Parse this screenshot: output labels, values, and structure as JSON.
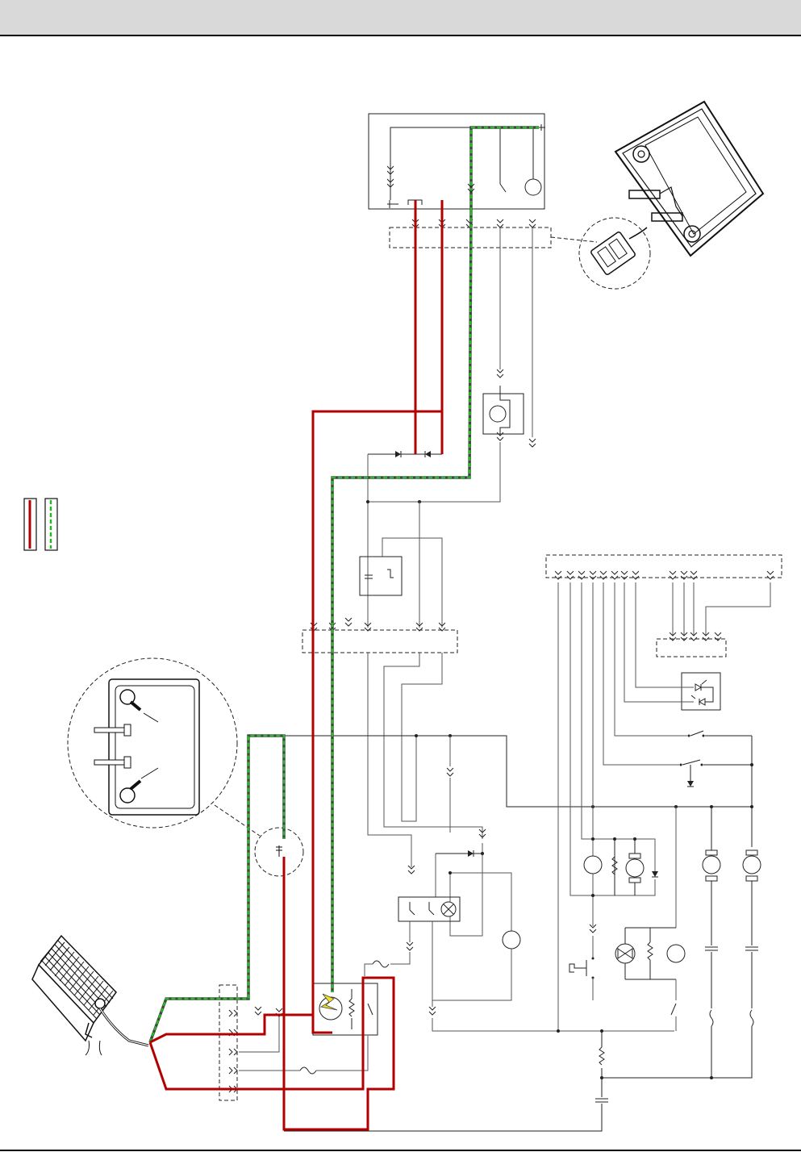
{
  "page": {
    "background": "#ffffff",
    "header_band_color": "#d9d9d9"
  },
  "wire_colors": {
    "main_power": "#b00000",
    "ground": "#22bb22",
    "signal": "#555555"
  },
  "components": [
    "control-panel-box",
    "control-module-illustration",
    "battery-detail-illustration",
    "battery-charger-illustration",
    "legend-swatches",
    "motor-1",
    "motor-2",
    "solenoid",
    "relay-lamp"
  ],
  "icons": {
    "ground": "ground-icon",
    "motor": "motor-icon",
    "diode": "diode-icon",
    "fuse": "fuse-icon",
    "switch": "switch-icon",
    "led": "led-icon",
    "capacitor": "capacitor-icon"
  }
}
